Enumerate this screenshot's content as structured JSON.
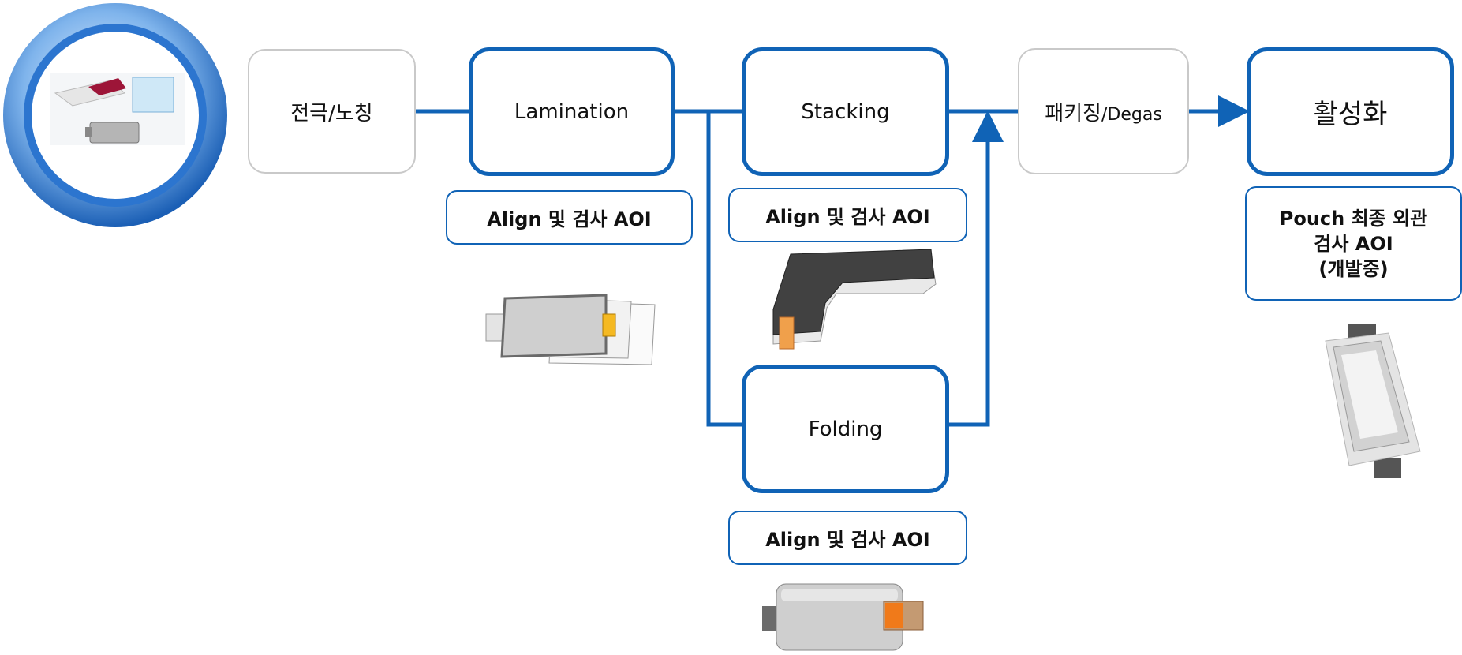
{
  "process": {
    "electrode": "전극/노칭",
    "lamination": "Lamination",
    "stacking": "Stacking",
    "folding": "Folding",
    "packaging_kr": "패키징",
    "packaging_en": "/Degas",
    "activation": "활성화"
  },
  "inspection": {
    "lamination": "Align 및 검사 AOI",
    "stacking": "Align 및 검사 AOI",
    "folding": "Align 및 검사 AOI",
    "activation_line1": "Pouch 최종 외관",
    "activation_line2": "검사 AOI",
    "activation_line3": "(개발중)"
  },
  "colors": {
    "accent": "#1063b6",
    "neutral_border": "#c9c9c9"
  }
}
